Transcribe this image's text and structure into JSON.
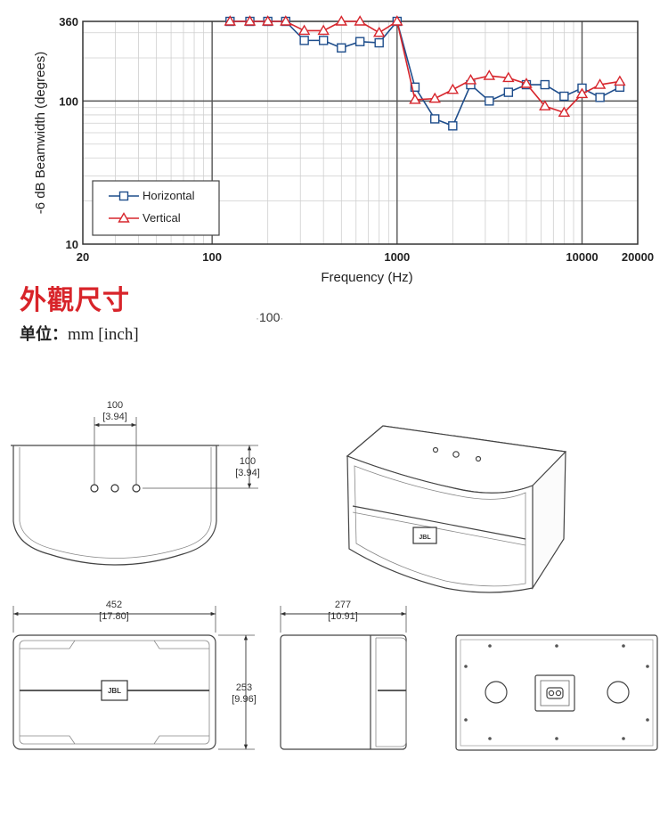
{
  "section": {
    "title": "外觀尺寸",
    "unit_label": "单位：",
    "unit_value": "mm [inch]",
    "stray_label": "100"
  },
  "chart_data": {
    "type": "line",
    "title": "",
    "xlabel": "Frequency (Hz)",
    "ylabel": "-6 dB Beamwidth (degrees)",
    "xscale": "log",
    "yscale": "log",
    "xlim": [
      20,
      20000
    ],
    "ylim": [
      10,
      360
    ],
    "x_ticks": [
      "20",
      "100",
      "1000",
      "10000",
      "20000"
    ],
    "y_ticks": [
      "10",
      "100",
      "360"
    ],
    "grid": true,
    "legend_position": "bottom-left",
    "x": [
      125,
      160,
      200,
      250,
      315,
      400,
      500,
      630,
      800,
      1000,
      1250,
      1600,
      2000,
      2500,
      3150,
      4000,
      5000,
      6300,
      8000,
      10000,
      12500,
      16000
    ],
    "series": [
      {
        "name": "Horizontal",
        "color": "#1f4e8c",
        "marker": "square",
        "values": [
          360,
          360,
          360,
          360,
          265,
          265,
          235,
          260,
          255,
          360,
          125,
          75,
          67,
          130,
          100,
          115,
          130,
          130,
          108,
          123,
          106,
          125
        ]
      },
      {
        "name": "Vertical",
        "color": "#d7262d",
        "marker": "triangle",
        "values": [
          360,
          360,
          360,
          360,
          310,
          310,
          360,
          360,
          300,
          360,
          102,
          104,
          120,
          140,
          150,
          145,
          132,
          92,
          83,
          112,
          130,
          137
        ]
      }
    ]
  },
  "drawings": {
    "top_view": {
      "spacing_mm": "100",
      "spacing_in": "[3.94]",
      "depth_mm": "100",
      "depth_in": "[3.94]"
    },
    "front_view": {
      "width_mm": "452",
      "width_in": "[17.80]",
      "height_mm": "253",
      "height_in": "[9.96]",
      "badge": "JBL"
    },
    "side_view": {
      "depth_mm": "277",
      "depth_in": "[10.91]"
    },
    "back_view": {
      "terminal": "terminal-plate"
    },
    "iso_view": {
      "badge": "JBL"
    }
  }
}
